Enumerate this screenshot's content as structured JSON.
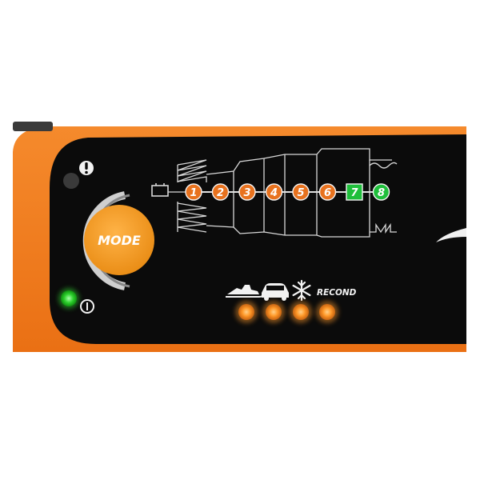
{
  "device": {
    "mode_button_label": "MODE",
    "steps": [
      {
        "label": "1",
        "state": "active"
      },
      {
        "label": "2",
        "state": "active"
      },
      {
        "label": "3",
        "state": "active"
      },
      {
        "label": "4",
        "state": "active"
      },
      {
        "label": "5",
        "state": "active"
      },
      {
        "label": "6",
        "state": "active"
      },
      {
        "label": "7",
        "state": "complete"
      },
      {
        "label": "8",
        "state": "complete"
      }
    ],
    "programs": [
      {
        "icon": "snowmobile-icon",
        "lit": true
      },
      {
        "icon": "car-icon",
        "lit": true
      },
      {
        "icon": "snowflake-icon",
        "lit": true
      },
      {
        "label": "RECOND",
        "lit": true
      }
    ],
    "power_led": "on",
    "colors": {
      "casing": "#f07a1c",
      "face": "#0a0a0a",
      "step_active": "#e8721e",
      "step_complete": "#1fbf3b",
      "led_orange": "#ff9a2a",
      "led_green": "#2ed12e"
    }
  }
}
